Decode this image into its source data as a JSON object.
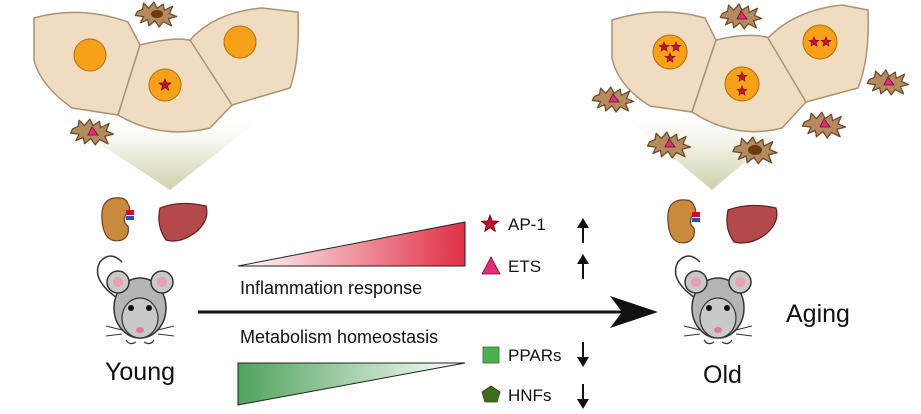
{
  "labels": {
    "young": "Young",
    "old": "Old",
    "aging": "Aging",
    "inflammation": "Inflammation response",
    "metabolism": "Metabolism homeostasis"
  },
  "legend": [
    {
      "name": "AP-1",
      "shape": "star",
      "color": "#c8102e",
      "trend": "up"
    },
    {
      "name": "ETS",
      "shape": "triangle",
      "color": "#e0307a",
      "trend": "up"
    },
    {
      "name": "PPARs",
      "shape": "square",
      "color": "#4caf50",
      "trend": "down"
    },
    {
      "name": "HNFs",
      "shape": "pentagon",
      "color": "#3f6e1a",
      "trend": "down"
    }
  ],
  "colors": {
    "cell": "#f0dcc0",
    "cell_stroke": "#a99374",
    "nucleus": "#f7a11a",
    "macrophage": "#b68a5f",
    "inflammation_gradient": "#e02f45",
    "metabolism_gradient": "#4fa35b",
    "arrow": "#111111"
  }
}
